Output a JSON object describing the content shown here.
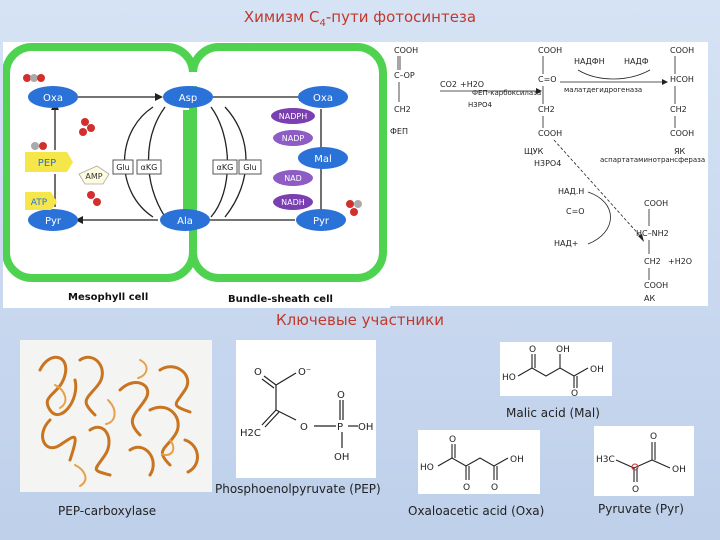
{
  "header": {
    "title_main": "Химизм С",
    "title_sub": "4",
    "title_rest": "-пути фотосинтеза"
  },
  "section_title": "Ключевые участники",
  "c4_diagram": {
    "mesophyll_label": "Mesophyll cell",
    "bundle_label": "Bundle-sheath cell",
    "nodes": {
      "oxa_left": "Oxa",
      "asp_left": "Asp",
      "oxa_right": "Oxa",
      "nadph": "NADPH",
      "nadp": "NADP",
      "mal": "Mal",
      "nad": "NAD",
      "nadh": "NADH",
      "pep": "PEP",
      "amp": "AMP",
      "atp": "ATP",
      "pyr_left": "Pyr",
      "ala": "Ala",
      "pyr_right": "Pyr",
      "glu_left": "Glu",
      "akg_left": "αKG",
      "akg_right": "αKG",
      "glu_right": "Glu"
    }
  },
  "reaction_scheme": {
    "col1": [
      "COOH",
      "C–OP",
      "CH2",
      "ФЕП"
    ],
    "col2": [
      "COOH",
      "C=O",
      "CH2",
      "COOH"
    ],
    "col3": [
      "COOH",
      "HCOH",
      "CH2",
      "COOH"
    ],
    "co2": "CO2",
    "h2o": "+H2O",
    "pep_carboxylase": "ФЕП-карбоксилаза",
    "nadph": "НАДФН",
    "nadp": "НАДФ",
    "malate_dh": "малатдегидрогеназа",
    "pep_label": "ФЕП",
    "oxa_label": "ЩУК",
    "aspartate_at": "аспартатаминотрансфераза",
    "nadh": "НАД.Н",
    "nad": "НАД+",
    "ak_col": [
      "COOH",
      "HC–NH2",
      "CH2",
      "COOH",
      "АК"
    ],
    "pi": "H3PO4",
    "mal_label": "ЯК"
  },
  "structures": {
    "pep_carboxylase": {
      "caption": "PEP-carboxylase"
    },
    "pep": {
      "caption": "Phosphoenolpyruvate (PEP)",
      "atoms": {
        "o_top": "O",
        "o_minus": "O⁻",
        "ch2": "H2C",
        "o_link": "O",
        "p": "P",
        "o_dbl": "O",
        "oh_right": "OH",
        "oh_bottom": "OH"
      }
    },
    "malic": {
      "caption": "Malic  acid (Mal)",
      "atoms": {
        "o1": "O",
        "oh_top": "OH",
        "ho": "HO",
        "oh_right": "OH",
        "o2": "O"
      }
    },
    "oxaloacetic": {
      "caption": "Oxaloacetic  acid (Oxa)",
      "atoms": {
        "ho": "HO",
        "oh": "OH",
        "o_top": "O",
        "o_bottom1": "O",
        "o_bottom2": "O"
      }
    },
    "pyruvate": {
      "caption": "Pyruvate (Pyr)",
      "atoms": {
        "h3c": "H3C",
        "oh": "OH",
        "o_top": "O",
        "o_bottom": "O"
      }
    }
  },
  "colors": {
    "accent_red": "#c0392b",
    "cell_green": "#4fd24f",
    "node_blue": "#2b72d8",
    "node_purple": "#7a3fb0",
    "node_yellow": "#f5e64a",
    "protein_orange": "#c87420"
  }
}
